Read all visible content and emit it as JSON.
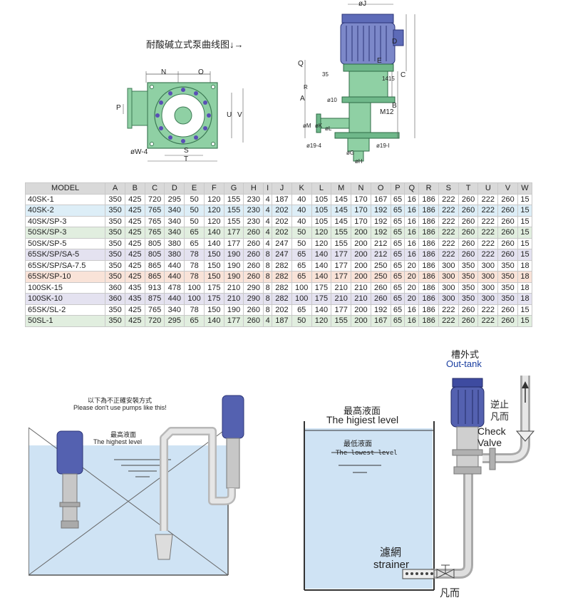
{
  "top": {
    "curve_title": "耐酸碱立式泵曲线图↓→"
  },
  "plan_view_labels": {
    "N": "N",
    "O": "O",
    "P": "P",
    "U": "U",
    "V": "V",
    "S": "S",
    "T": "T",
    "hole": "øW-4"
  },
  "side_view_labels": {
    "J": "øJ",
    "D": "D",
    "E": "E",
    "C": "C",
    "Q": "Q",
    "A": "A",
    "B": "B",
    "dim35": "35",
    "dim1415": "1415",
    "m12": "M12",
    "R": "R",
    "phi10": "ø10",
    "M": "øM",
    "K": "øK",
    "L": "øL",
    "dim19_4": "ø19-4",
    "G": "øG",
    "H": "øH",
    "dim19_I": "ø19-I"
  },
  "table": {
    "headers": [
      "MODEL",
      "A",
      "B",
      "C",
      "D",
      "E",
      "F",
      "G",
      "H",
      "I",
      "J",
      "K",
      "L",
      "M",
      "N",
      "O",
      "P",
      "Q",
      "R",
      "S",
      "T",
      "U",
      "V",
      "W"
    ],
    "rows": [
      {
        "bg": "#ffffff",
        "cells": [
          "40SK-1",
          "350",
          "425",
          "720",
          "295",
          "50",
          "120",
          "155",
          "230",
          "4",
          "187",
          "40",
          "105",
          "145",
          "170",
          "167",
          "65",
          "16",
          "186",
          "222",
          "260",
          "222",
          "260",
          "15"
        ]
      },
      {
        "bg": "#ddeef7",
        "cells": [
          "40SK-2",
          "350",
          "425",
          "765",
          "340",
          "50",
          "120",
          "155",
          "230",
          "4",
          "202",
          "40",
          "105",
          "145",
          "170",
          "192",
          "65",
          "16",
          "186",
          "222",
          "260",
          "222",
          "260",
          "15"
        ]
      },
      {
        "bg": "#ffffff",
        "cells": [
          "40SK/SP-3",
          "350",
          "425",
          "765",
          "340",
          "50",
          "120",
          "155",
          "230",
          "4",
          "202",
          "40",
          "105",
          "145",
          "170",
          "192",
          "65",
          "16",
          "186",
          "222",
          "260",
          "222",
          "260",
          "15"
        ]
      },
      {
        "bg": "#e1eedf",
        "cells": [
          "50SK/SP-3",
          "350",
          "425",
          "765",
          "340",
          "65",
          "140",
          "177",
          "260",
          "4",
          "202",
          "50",
          "120",
          "155",
          "200",
          "192",
          "65",
          "16",
          "186",
          "222",
          "260",
          "222",
          "260",
          "15"
        ]
      },
      {
        "bg": "#ffffff",
        "cells": [
          "50SK/SP-5",
          "350",
          "425",
          "805",
          "380",
          "65",
          "140",
          "177",
          "260",
          "4",
          "247",
          "50",
          "120",
          "155",
          "200",
          "212",
          "65",
          "16",
          "186",
          "222",
          "260",
          "222",
          "260",
          "15"
        ]
      },
      {
        "bg": "#e4e2f0",
        "cells": [
          "65SK/SP/SA-5",
          "350",
          "425",
          "805",
          "380",
          "78",
          "150",
          "190",
          "260",
          "8",
          "247",
          "65",
          "140",
          "177",
          "200",
          "212",
          "65",
          "16",
          "186",
          "222",
          "260",
          "222",
          "260",
          "15"
        ]
      },
      {
        "bg": "#ffffff",
        "cells": [
          "65SK/SP/SA-7.5",
          "350",
          "425",
          "865",
          "440",
          "78",
          "150",
          "190",
          "260",
          "8",
          "282",
          "65",
          "140",
          "177",
          "200",
          "250",
          "65",
          "20",
          "186",
          "300",
          "350",
          "300",
          "350",
          "18"
        ]
      },
      {
        "bg": "#f9e3d8",
        "cells": [
          "65SK/SP-10",
          "350",
          "425",
          "865",
          "440",
          "78",
          "150",
          "190",
          "260",
          "8",
          "282",
          "65",
          "140",
          "177",
          "200",
          "250",
          "65",
          "20",
          "186",
          "300",
          "350",
          "300",
          "350",
          "18"
        ]
      },
      {
        "bg": "#ffffff",
        "cells": [
          "100SK-15",
          "360",
          "435",
          "913",
          "478",
          "100",
          "175",
          "210",
          "290",
          "8",
          "282",
          "100",
          "175",
          "210",
          "210",
          "260",
          "65",
          "20",
          "186",
          "300",
          "350",
          "300",
          "350",
          "18"
        ]
      },
      {
        "bg": "#e4e2f0",
        "cells": [
          "100SK-10",
          "360",
          "435",
          "875",
          "440",
          "100",
          "175",
          "210",
          "290",
          "8",
          "282",
          "100",
          "175",
          "210",
          "210",
          "260",
          "65",
          "20",
          "186",
          "300",
          "350",
          "300",
          "350",
          "18"
        ]
      },
      {
        "bg": "#ffffff",
        "cells": [
          "65SK/SL-2",
          "350",
          "425",
          "765",
          "340",
          "78",
          "150",
          "190",
          "260",
          "8",
          "202",
          "65",
          "140",
          "177",
          "200",
          "192",
          "65",
          "16",
          "186",
          "222",
          "260",
          "222",
          "260",
          "15"
        ]
      },
      {
        "bg": "#e1eedf",
        "cells": [
          "50SL-1",
          "350",
          "425",
          "720",
          "295",
          "65",
          "140",
          "177",
          "260",
          "4",
          "187",
          "50",
          "120",
          "155",
          "200",
          "167",
          "65",
          "16",
          "186",
          "222",
          "260",
          "222",
          "260",
          "15"
        ]
      }
    ]
  },
  "left_install": {
    "warning_cn": "以下為不正確安裝方式",
    "warning_en": "Please don't use pumps like this!",
    "level_cn": "最高液面",
    "level_en": "The highest level"
  },
  "right_install": {
    "outtank_cn": "槽外式",
    "outtank_en": "Out-tank",
    "high_cn": "最高液面",
    "high_en": "The higiest level",
    "low_cn": "最低液面",
    "low_en": "The lowest level",
    "check_cn": "逆止",
    "check_cn2": "凡而",
    "check_en1": "Check",
    "check_en2": "Valve",
    "strainer_cn": "濾網",
    "strainer_en": "strainer",
    "valve_cn": "凡而"
  },
  "colors": {
    "flange_green": "#6fb88a",
    "motor_blue": "#4a58a8",
    "water_blue": "#cfe3f4",
    "outtank_text": "#1a3ea0"
  }
}
